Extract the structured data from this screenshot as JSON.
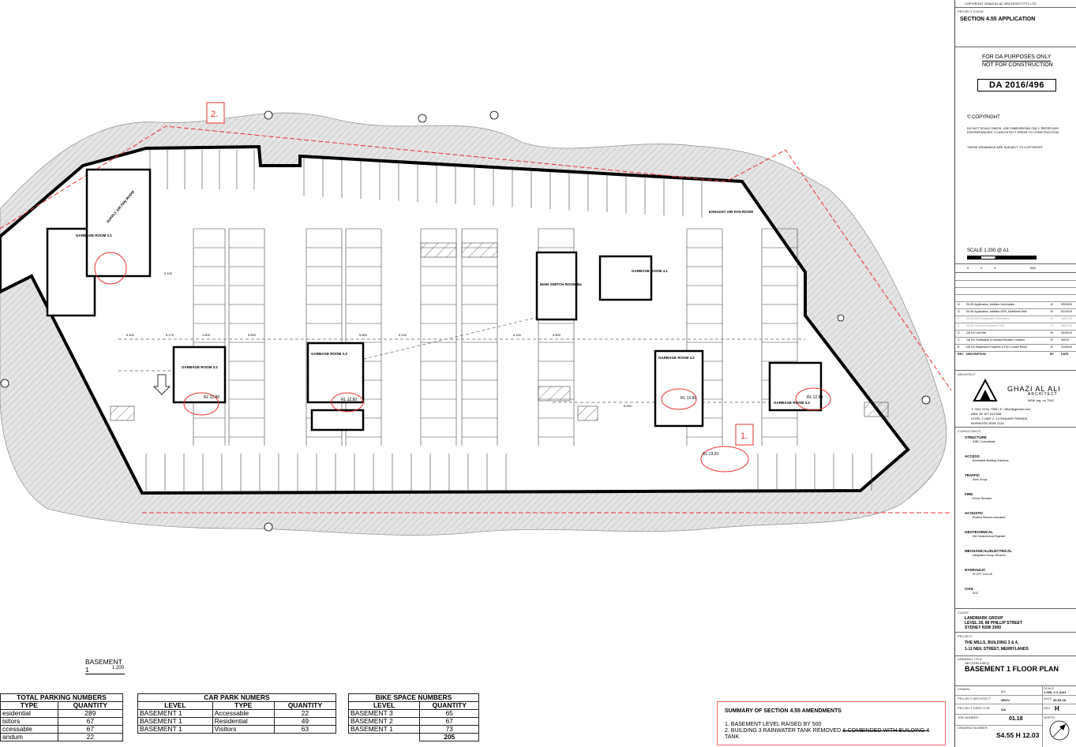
{
  "drawing": {
    "plan_title": "BASEMENT 1",
    "plan_scale": "1:200",
    "callouts": [
      "2.",
      "1."
    ],
    "room_labels": {
      "supply_fan": "SUPPLY AIR FAN ROOM",
      "exhaust_fan": "EXHAUST AIR FAN ROOM",
      "garbage_31": "GARBAGE ROOM 3.1",
      "garbage_32": "GARBAGE ROOM 3.2",
      "garbage_33": "GARBAGE ROOM 3.3",
      "garbage_41": "GARBAGE ROOM 4.1",
      "garbage_42": "GARBAGE ROOM 4.2",
      "garbage_43": "GARBAGE ROOM 4.3",
      "main_switch": "MAIN SWITCH ROOM B4"
    },
    "rl_labels": [
      "RL 12.80",
      "RL 12.80",
      "RL 12.80",
      "RL 12.80",
      "RL 13.20"
    ],
    "dims": [
      "6.100",
      "6.170",
      "5.400",
      "1.600",
      "5.800",
      "5.800",
      "6.100",
      "6.100",
      "5.800",
      "6.900"
    ]
  },
  "title_block": {
    "copyright_line": "COPYRIGHT GHAZI AL ALI ARCHITECT PTY LTD",
    "project_stage_label": "PROJECT STAGE",
    "project_stage": "SECTION 4.55 APPLICATION",
    "da_purposes": "FOR DA PURPOSES ONLY",
    "not_construction": "NOT FOR CONSTRUCTION",
    "da_number": "DA 2016/496",
    "copyright_title": "© COPYRIGHT",
    "copyright_text1": "DO NOT SCALE DWGS. USE DIMENSIONS ONLY. REFER ANY DISCREPANCIES TO ARCHITECT PRIOR TO CONSTRUCTION",
    "copyright_text2": "THESE DRAWINGS ARE SUBJECT TO COPYRIGHT",
    "scale_label": "SCALE 1:200 @ A1",
    "scale_ticks": [
      "0",
      "2",
      "4",
      "10M"
    ],
    "revisions": [
      {
        "rev": "H",
        "desc": "S4.55 Application, Addition Information",
        "by": "JV",
        "date": "25/03/20"
      },
      {
        "rev": "G",
        "desc": "S4.55 Application, Addition GFA, Additional Bath",
        "by": "JV",
        "date": "02/10/19"
      },
      {
        "rev": "F",
        "desc": "S4.55 GFA Requested Information",
        "by": "JV",
        "date": "15/07/19"
      },
      {
        "rev": "E",
        "desc": "S4.55 Council comments GFA",
        "by": "JV",
        "date": "15/07/19"
      },
      {
        "rev": "D",
        "desc": "DA For Unit Mix",
        "by": "JV",
        "date": "26/03/19"
      },
      {
        "rev": "C",
        "desc": "DA For Substation & Hydrant Booster Location",
        "by": "JV",
        "date": "9/6/19"
      },
      {
        "rev": "B",
        "desc": "DA For Basement Footprint & Fire Control Room",
        "by": "JV",
        "date": "21/03/19"
      }
    ],
    "rev_header": {
      "rev": "REV",
      "desc": "DESCRIPTION",
      "by": "BY",
      "date": "DATE"
    },
    "architect_label": "ARCHITECT",
    "architect_name": "GHAZI AL ALI",
    "architect_sub": "ARCHITECT",
    "nsw_reg": "NSW reg. no 7542",
    "contact": "T: +612 9744 7555 | E: office@ghazia.com",
    "abn": "ABN: 60 167 613 848",
    "address1": "LEVEL 2 UNIT 2, 14 RAILWAY PARADE",
    "address2": "BURWOOD NSW 2134",
    "consultants_label": "CONSULTANTS",
    "consultants": [
      {
        "role": "STRUCTURE",
        "name": "SJBC Consultants"
      },
      {
        "role": "ACCESS",
        "name": "Accessible Building Solutions"
      },
      {
        "role": "TRAFFIC",
        "name": "Asim Group"
      },
      {
        "role": "FIRE",
        "name": "Ecove Services"
      },
      {
        "role": "ACOUSTIC",
        "name": "Rodney Stevens Acoustics"
      },
      {
        "role": "GEOTECHNICAL",
        "name": "SM Geotechnical Engineer"
      },
      {
        "role": "MECHANICAL/ELECTRICAL",
        "name": "Integration Group Services"
      },
      {
        "role": "HYDRAULIC",
        "name": "SCOTT COLLIE"
      },
      {
        "role": "CIVIL",
        "name": "SGC"
      }
    ],
    "client_label": "CLIENT",
    "client1": "LANDMARK GROUP",
    "client2": "LEVEL 28, 88 PHILLIP STREET",
    "client3": "SYDNEY NSW 2000",
    "project_label": "PROJECT",
    "project1": "THE MILLS, BUILDING 3 & 4,",
    "project2": "1-11 NEIL STREET, MERRYLANDS",
    "drawing_title_label": "DRAWING TITLE",
    "drawing_title_sub": "SECTION 4.55 Q",
    "drawing_title": "BASEMENT 1 FLOOR PLAN",
    "drawn_label": "DRAWN",
    "drawn": "KO",
    "scale_cell_label": "SCALE",
    "scale_cell": "1:200, 1:1 @A1",
    "project_architect_label": "PROJECT ARCHITECT",
    "project_architect": "GRJV",
    "date_label": "DATE",
    "date": "29-03-18",
    "project_director_label": "PROJECT DIRECTOR",
    "project_director": "GA",
    "rev_label": "REV",
    "rev": "H",
    "job_number_label": "JOB NUMBER",
    "job_number": "01.18",
    "north_label": "NORTH",
    "drawing_number_label": "DRAWING NUMBER",
    "drawing_number": "S4.55 H 12.03"
  },
  "tables": {
    "total_parking": {
      "caption": "TOTAL PARKING NUMBERS",
      "headers": [
        "TYPE",
        "QUANTITY"
      ],
      "rows": [
        [
          "esidential",
          "289"
        ],
        [
          "isitors",
          "67"
        ],
        [
          "ccessable",
          "67"
        ],
        [
          "andum",
          "22"
        ]
      ]
    },
    "car_park": {
      "caption": "CAR PARK NUMERS",
      "headers": [
        "LEVEL",
        "TYPE",
        "QUANTITY"
      ],
      "rows": [
        [
          "BASEMENT 1",
          "Accessable",
          "22"
        ],
        [
          "BASEMENT 1",
          "Residential",
          "49"
        ],
        [
          "BASEMENT 1",
          "Visitors",
          "63"
        ]
      ]
    },
    "bike_space": {
      "caption": "BIKE SPACE NUMBERS",
      "headers": [
        "LEVEL",
        "QUANTITY"
      ],
      "rows": [
        [
          "BASEMENT 3",
          "65"
        ],
        [
          "BASEMENT 2",
          "67"
        ],
        [
          "BASEMENT 1",
          "73"
        ]
      ],
      "total": "205"
    }
  },
  "amendments": {
    "title": "SUMMARY OF SECTION 4.55 AMENDMENTS",
    "item1": "1. BASEMENT LEVEL RAISED BY 500",
    "item2_a": "2. BUILDING 3 RAINWATER TANK REMOVED",
    "item2_b": "& COMBINDED WITH BUILDING 4",
    "item2_c": "TANK"
  }
}
